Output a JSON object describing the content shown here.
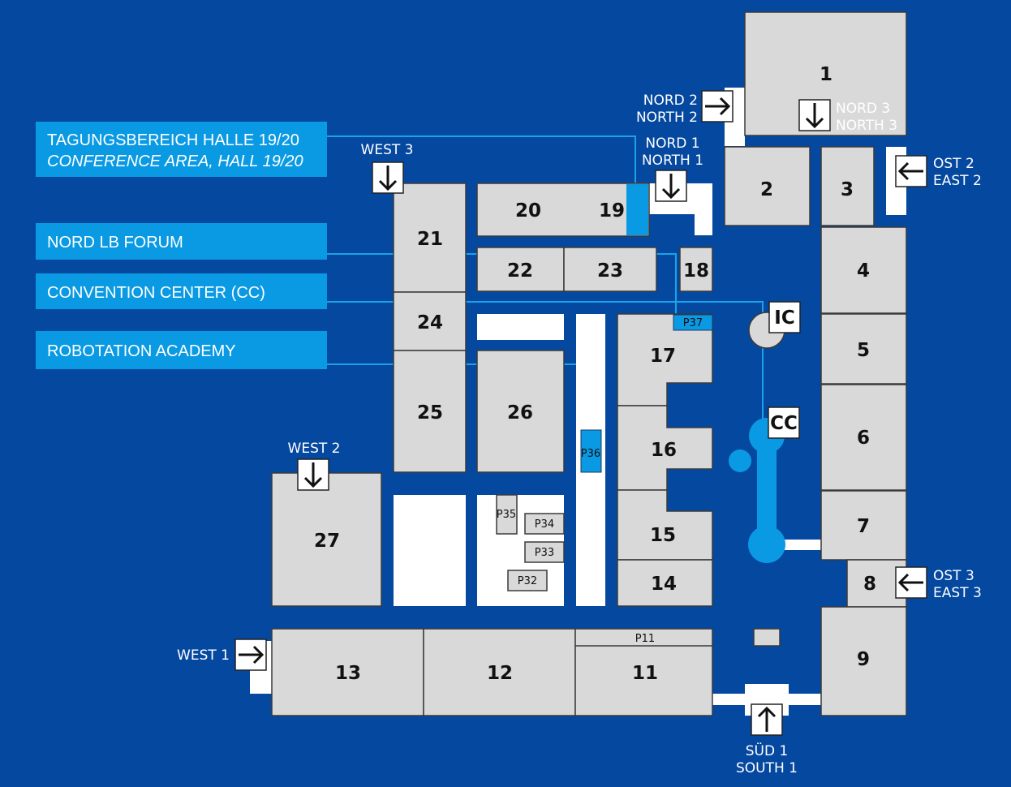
{
  "labels": {
    "conference_de": "TAGUNGSBEREICH HALLE 19/20",
    "conference_en": "CONFERENCE AREA, HALL 19/20",
    "nordlb": "NORD LB FORUM",
    "cc": "CONVENTION CENTER (CC)",
    "robotation": "ROBOTATION ACADEMY"
  },
  "halls": {
    "h1": "1",
    "h2": "2",
    "h3": "3",
    "h4": "4",
    "h5": "5",
    "h6": "6",
    "h7": "7",
    "h8": "8",
    "h9": "9",
    "h11": "11",
    "h12": "12",
    "h13": "13",
    "h14": "14",
    "h15": "15",
    "h16": "16",
    "h17": "17",
    "h18": "18",
    "h19": "19",
    "h20": "20",
    "h21": "21",
    "h22": "22",
    "h23": "23",
    "h24": "24",
    "h25": "25",
    "h26": "26",
    "h27": "27"
  },
  "pavilions": {
    "p11": "P11",
    "p32": "P32",
    "p33": "P33",
    "p34": "P34",
    "p35": "P35",
    "p36": "P36",
    "p37": "P37"
  },
  "markers": {
    "ic": "IC",
    "cc": "CC"
  },
  "gates": {
    "nord2_de": "NORD 2",
    "nord2_en": "NORTH 2",
    "nord3_de": "NORD 3",
    "nord3_en": "NORTH 3",
    "nord1_de": "NORD 1",
    "nord1_en": "NORTH 1",
    "ost2_de": "OST 2",
    "ost2_en": "EAST 2",
    "ost3_de": "OST 3",
    "ost3_en": "EAST 3",
    "west3": "WEST 3",
    "west2": "WEST 2",
    "west1": "WEST 1",
    "sued1_de": "SÜD 1",
    "sued1_en": "SOUTH 1"
  },
  "colors": {
    "background": "#0548a0",
    "accent": "#0a9ae4",
    "hall": "#d9d9d9"
  }
}
